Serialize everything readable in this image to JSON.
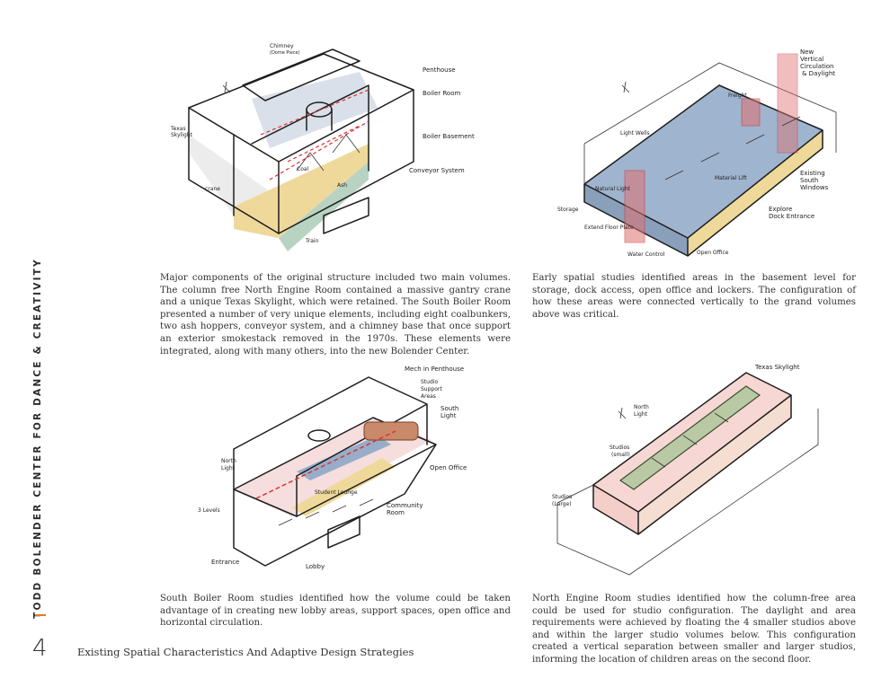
{
  "sidebar": {
    "title": "TODD BOLENDER CENTER FOR DANCE & CREATIVITY"
  },
  "footer": {
    "page_number": "4",
    "title": "Existing Spatial Characteristics And Adaptive Design Strategies"
  },
  "captions": {
    "top_left": "Major components of the original structure included two main volumes. The column free North Engine Room contained a massive gantry crane and a unique Texas Skylight, which were retained. The South Boiler Room presented a number of very unique elements, including eight coalbunkers, two ash hoppers, conveyor system, and a chimney base that once support an exterior smokestack removed in the 1970s. These elements were integrated, along with many others, into the new Bolender Center.",
    "top_right": "Early spatial studies identified areas in the basement level for storage, dock access, open office and lockers. The configuration of how these areas were connected vertically to the grand volumes above was critical.",
    "bottom_left": "South Boiler Room studies identified how the volume could be taken advantage of in creating new lobby areas, support spaces, open office and horizontal circulation.",
    "bottom_right": "North Engine Room studies identified how the column-free area could be used for studio configuration. The daylight and area requirements were achieved by floating the 4 smaller studios above and within the larger studio volumes below. This configuration created a vertical separation between smaller and larger studios, informing the location of children areas on the second floor."
  },
  "figures": {
    "fig1": {
      "labels": [
        "Chimney (Dome Piece)",
        "Penthouse",
        "Texas Skylight",
        "Boiler Room",
        "Boiler Basement",
        "Conveyor System",
        "crane",
        "Coal",
        "Ash",
        "Train"
      ]
    },
    "fig2": {
      "labels": [
        "New Vertical Circulation & Daylight",
        "Freight",
        "Light Wells",
        "Existing South Windows",
        "Material Lift",
        "Natural Light",
        "Storage",
        "Explore Dock Entrance",
        "Water Control",
        "Open Office",
        "Extend Floor Plate"
      ]
    },
    "fig3": {
      "labels": [
        "Mech in Penthouse",
        "Studio Support Areas",
        "South Light",
        "North Light",
        "Open Office",
        "Student Lounge",
        "Community Room",
        "3 Levels",
        "Entrance",
        "Lobby"
      ]
    },
    "fig4": {
      "labels": [
        "Texas Skylight",
        "North Light",
        "Studios (small)",
        "Studios (Large)"
      ]
    }
  },
  "colors": {
    "accent": "#e87a1e",
    "blue": "#8ea7c6",
    "red": "#e07070",
    "pink": "#f3c9c4",
    "tan": "#efd99a",
    "sage": "#b9c9a3"
  }
}
